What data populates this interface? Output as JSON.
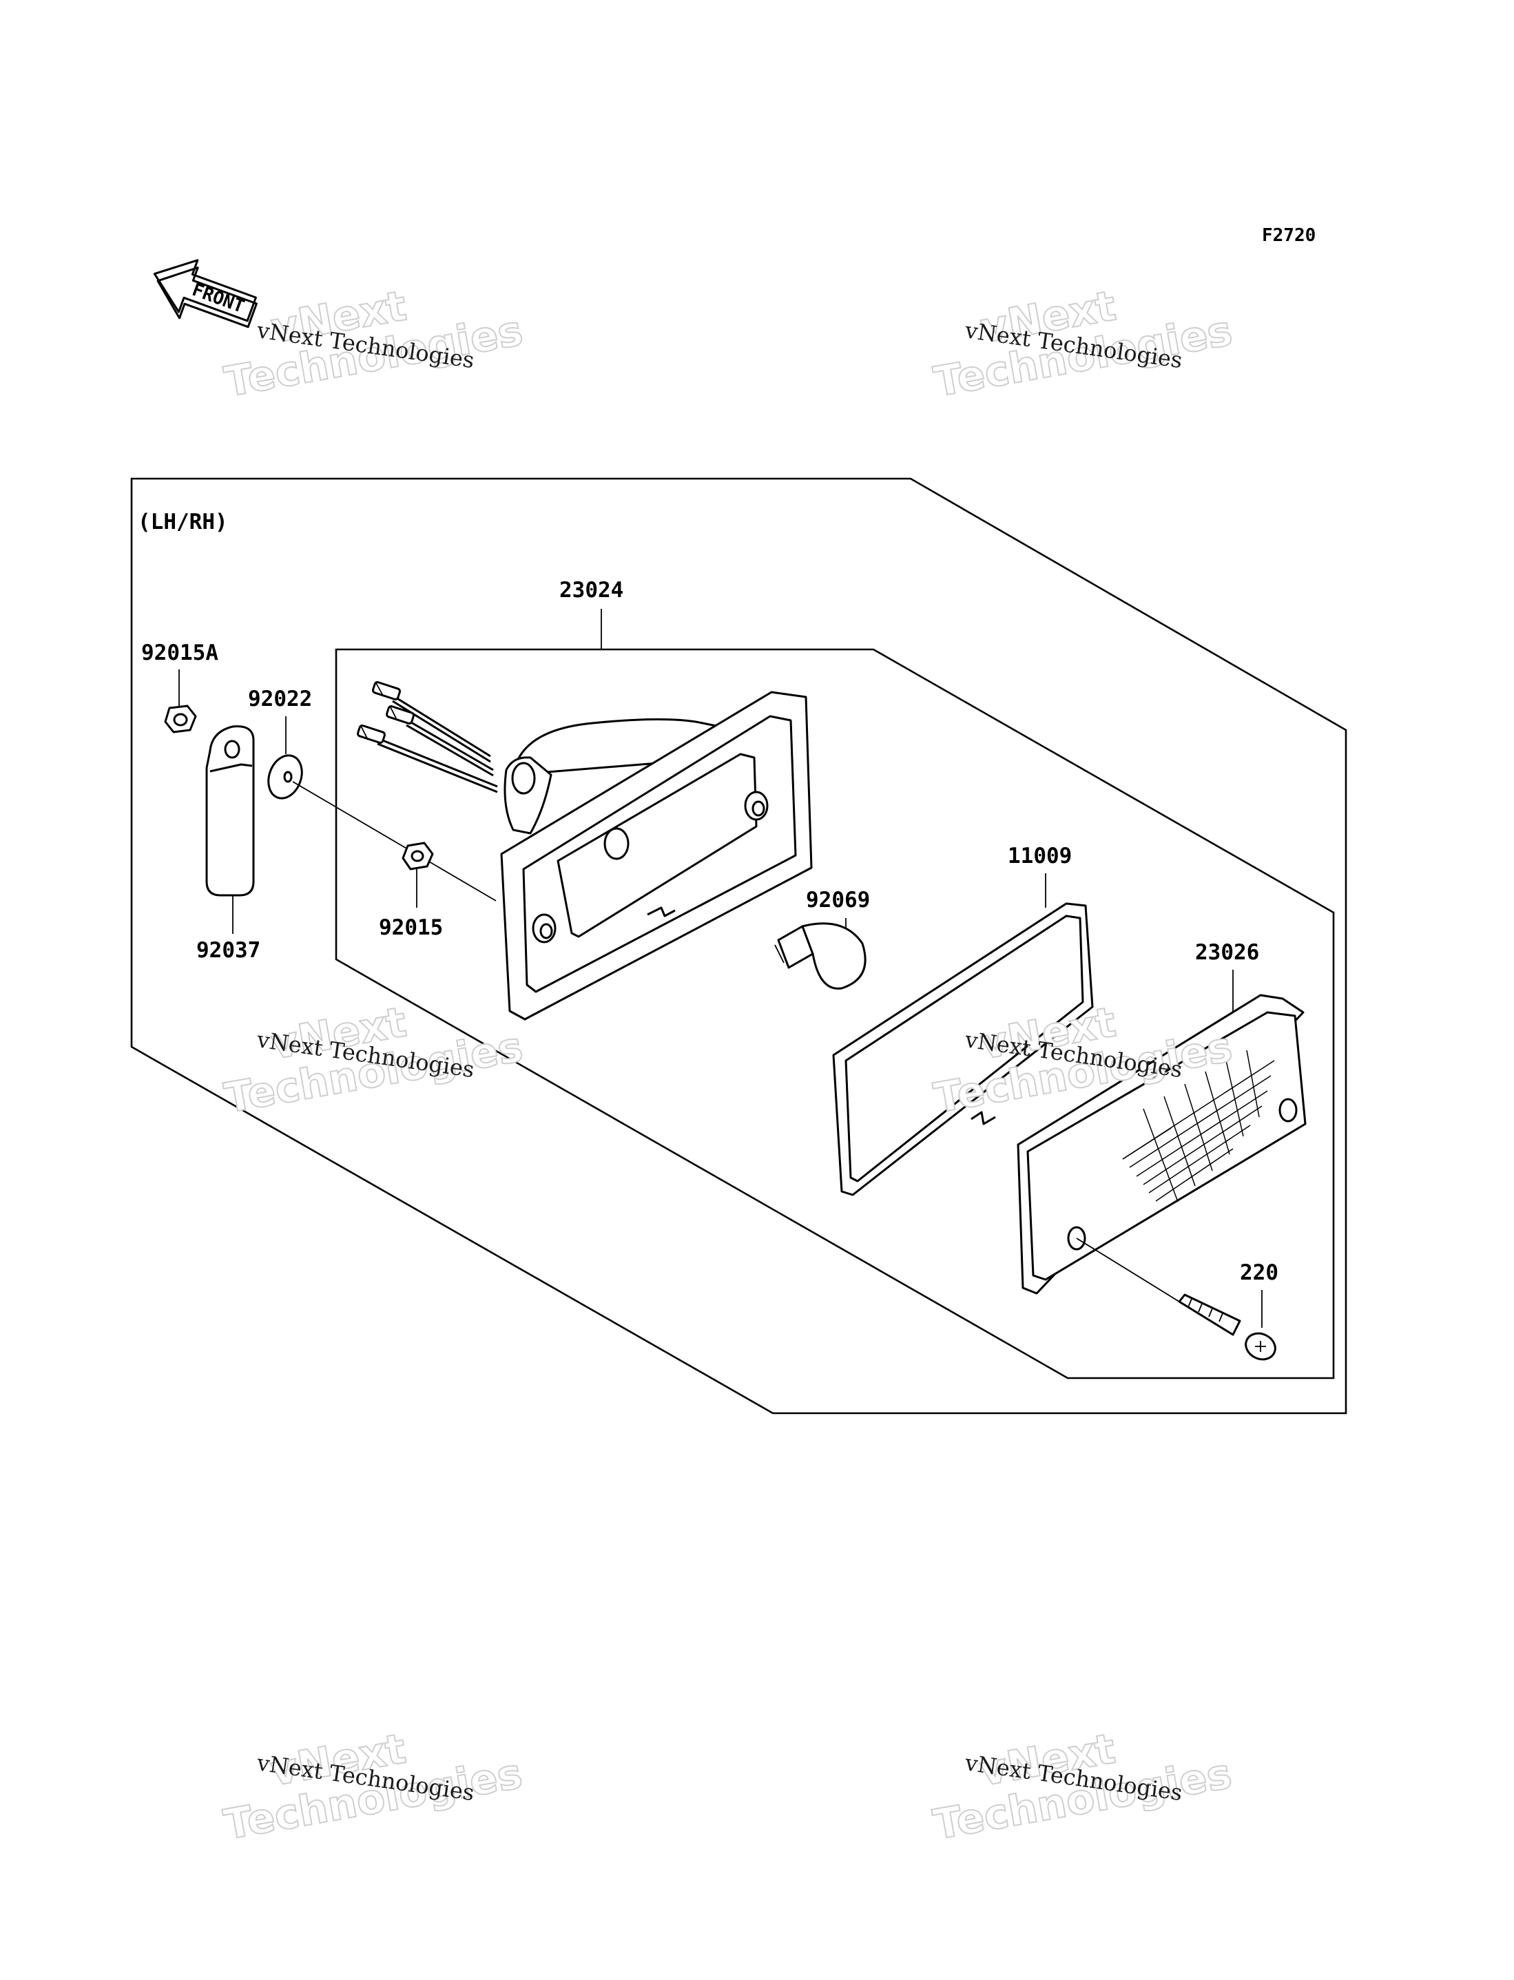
{
  "figure_code": "F2720",
  "front_arrow_label": "FRONT",
  "variant_label": "(LH/RH)",
  "parts": {
    "p23024": "23024",
    "p92015A": "92015A",
    "p92022": "92022",
    "p92037": "92037",
    "p92015": "92015",
    "p92069": "92069",
    "p11009": "11009",
    "p23026": "23026",
    "p220": "220"
  },
  "watermark": {
    "line_small": "vNext Technologies",
    "line_big_1": "vNext",
    "line_big_2": "Technologies"
  }
}
